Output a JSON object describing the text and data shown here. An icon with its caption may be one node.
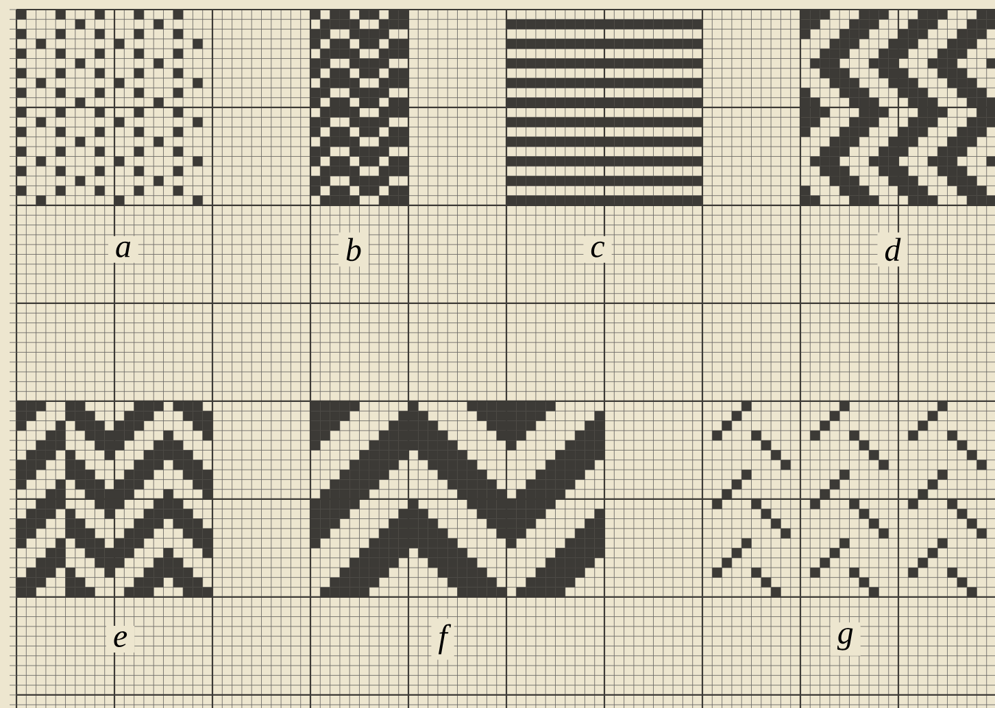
{
  "diagram": {
    "labels": [
      "a",
      "b",
      "c",
      "d",
      "e",
      "f",
      "g"
    ]
  }
}
